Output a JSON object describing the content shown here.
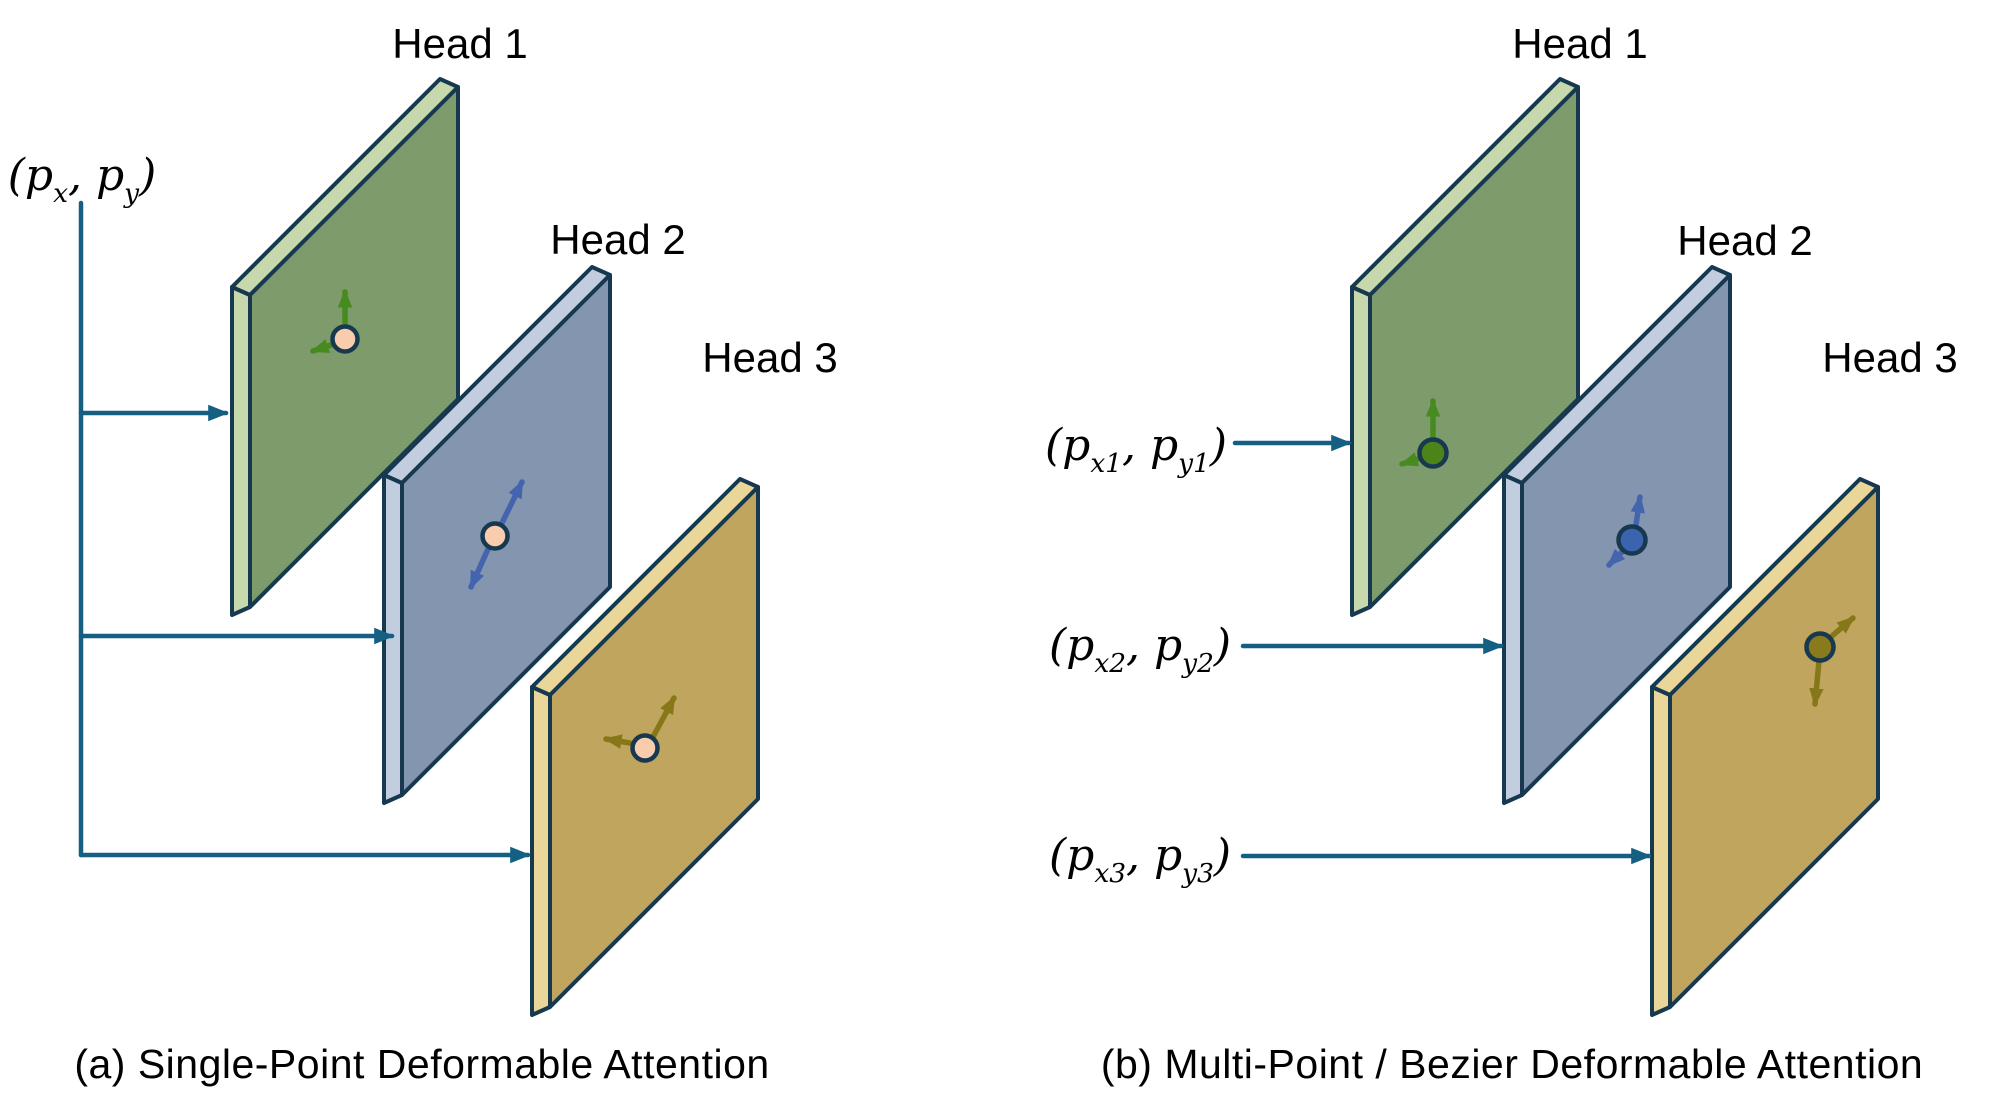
{
  "figure": {
    "description_left_heads": [
      "Head 1",
      "Head 2",
      "Head 3"
    ],
    "description_right_heads": [
      "Head 1",
      "Head 2",
      "Head 3"
    ]
  },
  "colors": {
    "connector": "#156082",
    "outline": "#17394F",
    "text": "#000000",
    "head1_face": "#7E9B6C",
    "head1_edge": "#C7D8AC",
    "head1_arrow": "#478A1F",
    "head1_point": "#4C8419",
    "head2_face": "#8495AF",
    "head2_edge": "#C2CDE0",
    "head2_arrow": "#4464AE",
    "head2_point": "#3C63B0",
    "head3_face": "#BFA55E",
    "head3_edge": "#EAD699",
    "head3_arrow": "#867818",
    "head3_point": "#8A7A1E",
    "query_point": "#F9CCAE"
  },
  "panel_a": {
    "caption": "(a) Single-Point Deformable Attention",
    "heads": [
      "Head 1",
      "Head 2",
      "Head 3"
    ],
    "point_label": {
      "open": "(",
      "p1": "p",
      "sub1": "x",
      "comma": ", ",
      "p2": "p",
      "sub2": "y",
      "close": ")"
    }
  },
  "panel_b": {
    "caption": "(b) Multi-Point / Bezier Deformable Attention",
    "heads": [
      "Head 1",
      "Head 2",
      "Head 3"
    ],
    "point_labels": [
      {
        "open": "(",
        "p1": "p",
        "sub1": "x1",
        "comma": ", ",
        "p2": "p",
        "sub2": "y1",
        "close": ")"
      },
      {
        "open": "(",
        "p1": "p",
        "sub1": "x2",
        "comma": ", ",
        "p2": "p",
        "sub2": "y2",
        "close": ")"
      },
      {
        "open": "(",
        "p1": "p",
        "sub1": "x3",
        "comma": ", ",
        "p2": "p",
        "sub2": "y3",
        "close": ")"
      }
    ]
  }
}
